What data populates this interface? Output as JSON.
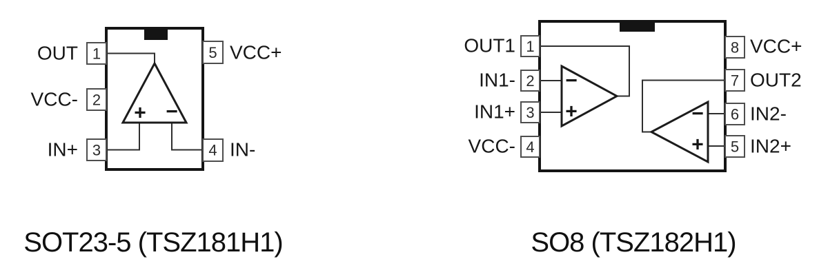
{
  "left_diagram": {
    "caption": "SOT23-5 (TSZ181H1)",
    "pins": {
      "p1": {
        "num": "1",
        "label": "OUT"
      },
      "p2": {
        "num": "2",
        "label": "VCC-"
      },
      "p3": {
        "num": "3",
        "label": "IN+"
      },
      "p4": {
        "num": "4",
        "label": "IN-"
      },
      "p5": {
        "num": "5",
        "label": "VCC+"
      }
    },
    "opamp": {
      "plus": "+",
      "minus": "−"
    }
  },
  "right_diagram": {
    "caption": "SO8 (TSZ182H1)",
    "pins": {
      "p1": {
        "num": "1",
        "label": "OUT1"
      },
      "p2": {
        "num": "2",
        "label": "IN1-"
      },
      "p3": {
        "num": "3",
        "label": "IN1+"
      },
      "p4": {
        "num": "4",
        "label": "VCC-"
      },
      "p5": {
        "num": "5",
        "label": "IN2+"
      },
      "p6": {
        "num": "6",
        "label": "IN2-"
      },
      "p7": {
        "num": "7",
        "label": "OUT2"
      },
      "p8": {
        "num": "8",
        "label": "VCC+"
      }
    },
    "opamp1": {
      "plus": "+",
      "minus": "−"
    },
    "opamp2": {
      "plus": "+",
      "minus": "−"
    }
  },
  "colors": {
    "line": "#1c1c1c",
    "text": "#161616",
    "background": "#ffffff"
  }
}
